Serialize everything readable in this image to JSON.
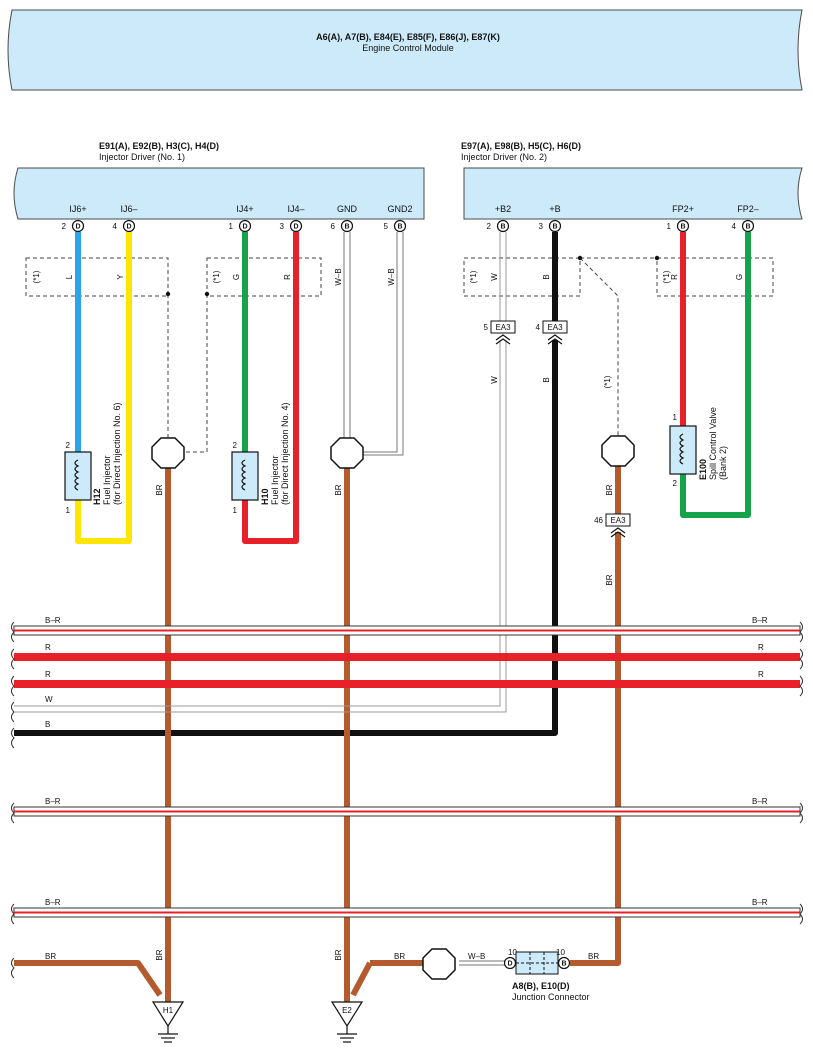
{
  "colors": {
    "module_fill": "#cdeafa",
    "blue": "#2aa6e4",
    "yellow": "#ffe600",
    "green": "#14a34a",
    "red": "#e8202a",
    "black": "#111111",
    "brown": "#b35b2e",
    "white_wire": "#bdbdbd"
  },
  "ecm": {
    "connectors": "A6(A), A7(B), E84(E), E85(F), E86(J), E87(K)",
    "name": "Engine Control Module"
  },
  "driver1": {
    "connectors": "E91(A), E92(B), H3(C), H4(D)",
    "name": "Injector Driver (No. 1)",
    "pins": [
      {
        "label": "IJ6+",
        "num": "2",
        "conn": "D"
      },
      {
        "label": "IJ6–",
        "num": "4",
        "conn": "D"
      },
      {
        "label": "IJ4+",
        "num": "1",
        "conn": "D"
      },
      {
        "label": "IJ4–",
        "num": "3",
        "conn": "D"
      },
      {
        "label": "GND",
        "num": "6",
        "conn": "B"
      },
      {
        "label": "GND2",
        "num": "5",
        "conn": "B"
      }
    ]
  },
  "driver2": {
    "connectors": "E97(A), E98(B), H5(C), H6(D)",
    "name": "Injector Driver (No. 2)",
    "pins": [
      {
        "label": "+B2",
        "num": "2",
        "conn": "B"
      },
      {
        "label": "+B",
        "num": "3",
        "conn": "B"
      },
      {
        "label": "FP2+",
        "num": "1",
        "conn": "B"
      },
      {
        "label": "FP2–",
        "num": "4",
        "conn": "B"
      }
    ]
  },
  "shield_mark": "(*1)",
  "wires": {
    "L": "L",
    "Y": "Y",
    "G": "G",
    "R": "R",
    "WB": "W–B",
    "W": "W",
    "B": "B",
    "BR": "BR",
    "BR2": "B–R"
  },
  "h12": {
    "id": "H12",
    "desc1": "Fuel Injector",
    "desc2": "(for Direct Injection No. 6)",
    "pin_top": "2",
    "pin_bot": "1"
  },
  "h10": {
    "id": "H10",
    "desc1": "Fuel Injector",
    "desc2": "(for Direct Injection No. 4)",
    "pin_top": "2",
    "pin_bot": "1"
  },
  "e100": {
    "id": "E100",
    "desc1": "Spill Control Valve",
    "desc2": "(Bank 2)",
    "pin_top": "1",
    "pin_bot": "2"
  },
  "ea3": [
    {
      "num": "5",
      "label": "EA3"
    },
    {
      "num": "4",
      "label": "EA3"
    },
    {
      "num": "46",
      "label": "EA3"
    }
  ],
  "buses": [
    {
      "left": "B–R",
      "right": "B–R"
    },
    {
      "left": "R",
      "right": "R"
    },
    {
      "left": "R",
      "right": "R"
    },
    {
      "left": "W",
      "right": ""
    },
    {
      "left": "B",
      "right": ""
    },
    {
      "left": "B–R",
      "right": "B–R"
    },
    {
      "left": "B–R",
      "right": "B–R"
    }
  ],
  "junction": {
    "connectors": "A8(B), E10(D)",
    "name": "Junction Connector",
    "pin_left": "10",
    "conn_left": "D",
    "pin_right": "10",
    "conn_right": "B"
  },
  "grounds": [
    {
      "label": "H1"
    },
    {
      "label": "E2"
    }
  ]
}
